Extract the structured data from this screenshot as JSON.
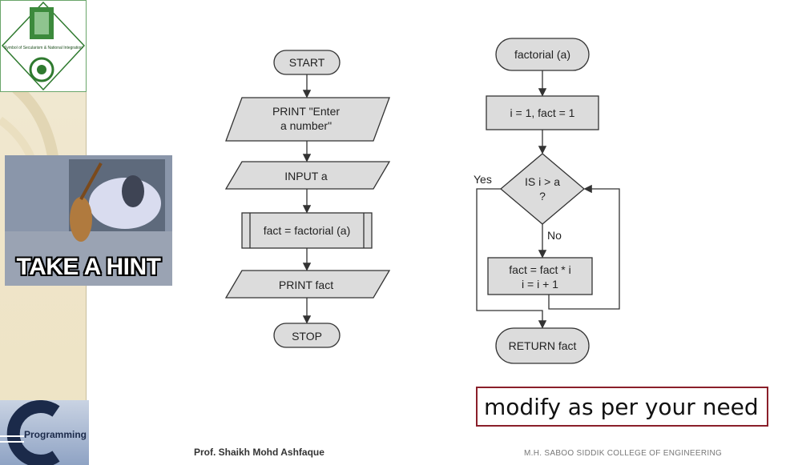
{
  "logo": {
    "caption": "Symbol of Secularism & National Integration"
  },
  "hint_image": {
    "text": "TAKE A HINT"
  },
  "c_logo": {
    "label": "Programming"
  },
  "main_flowchart": {
    "start": "START",
    "print_enter_line1": "PRINT \"Enter",
    "print_enter_line2": "a number\"",
    "input": "INPUT a",
    "call": "fact = factorial (a)",
    "print_fact": "PRINT fact",
    "stop": "STOP"
  },
  "factorial_flowchart": {
    "entry": "factorial (a)",
    "init": "i = 1, fact = 1",
    "condition_line1": "IS i > a",
    "condition_line2": "?",
    "yes": "Yes",
    "no": "No",
    "body_line1": "fact = fact * i",
    "body_line2": "i = i + 1",
    "return": "RETURN fact"
  },
  "note": "modify as per your need",
  "footer": {
    "author": "Prof. Shaikh Mohd Ashfaque",
    "college": "M.H. SABOO SIDDIK COLLEGE OF ENGINEERING"
  }
}
